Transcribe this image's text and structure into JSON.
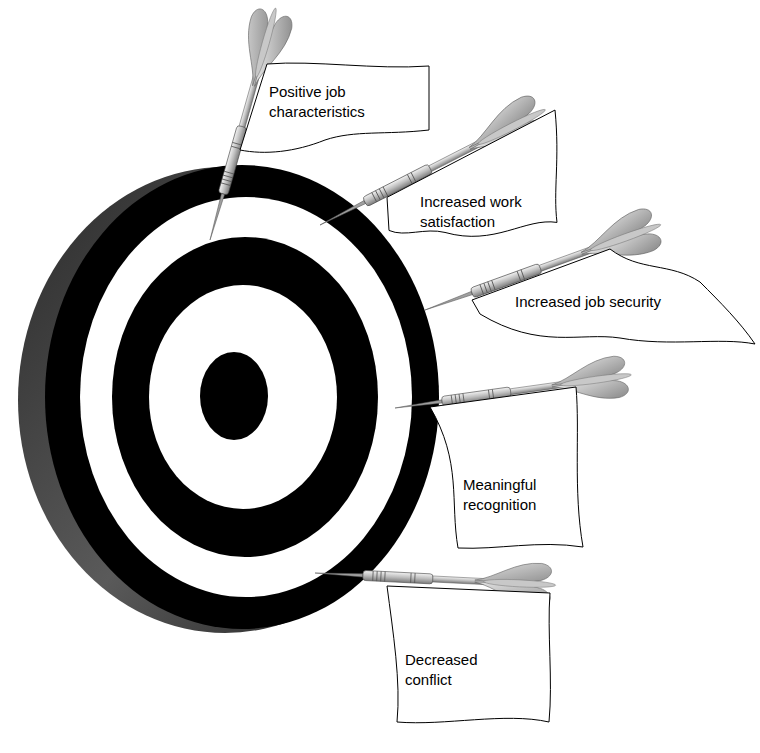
{
  "diagram": {
    "nodes": [
      {
        "text": [
          "Positive job characteristics"
        ]
      },
      {
        "text": [
          "Increased work satisfaction"
        ]
      },
      {
        "text": [
          "Increased job security"
        ]
      },
      {
        "text": [
          "Meaningful recognition"
        ]
      },
      {
        "text": [
          "Decreased conflict"
        ]
      }
    ]
  }
}
